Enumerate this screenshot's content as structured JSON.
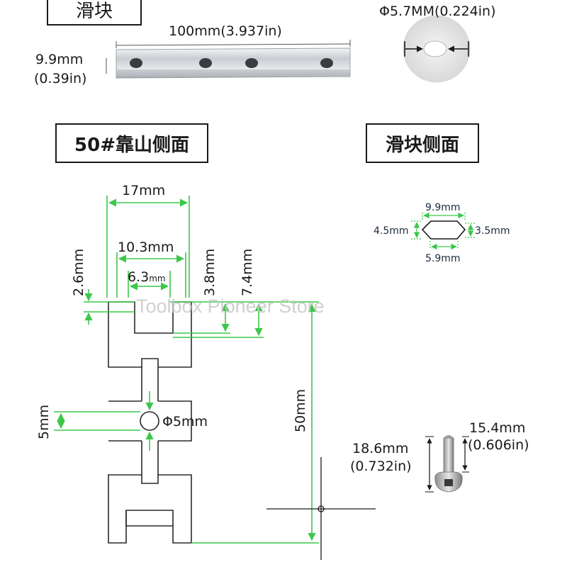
{
  "headings": {
    "slider": "滑块",
    "side_50": "50#靠山侧面",
    "slider_side": "滑块侧面"
  },
  "slider_bar": {
    "length": "100mm(3.937in)",
    "height_mm": "9.9mm",
    "height_in": "(0.39in)"
  },
  "washer": {
    "diameter": "Φ5.7MM(0.224in)"
  },
  "profile": {
    "width": "17mm",
    "inner_width": "10.3mm",
    "slot_width": "6.3",
    "slot_width_unit": "mm",
    "lip": "2.6mm",
    "depth_a": "3.8mm",
    "depth_b": "7.4mm",
    "gap": "5mm",
    "hole": "Φ5mm",
    "height": "50mm"
  },
  "slider_section": {
    "top": "9.9mm",
    "bottom": "5.9mm",
    "left": "4.5mm",
    "right": "3.5mm"
  },
  "screw": {
    "length_mm": "18.6mm",
    "length_in": "(0.732in)",
    "shank_mm": "15.4mm",
    "shank_in": "(0.606in)"
  },
  "watermark": "Toolbox Pioneer Store",
  "colors": {
    "dimension_line": "#3cc74a",
    "outline": "#2a2a2a",
    "text": "#1a1a1a",
    "watermark": "#c8c8c8"
  }
}
